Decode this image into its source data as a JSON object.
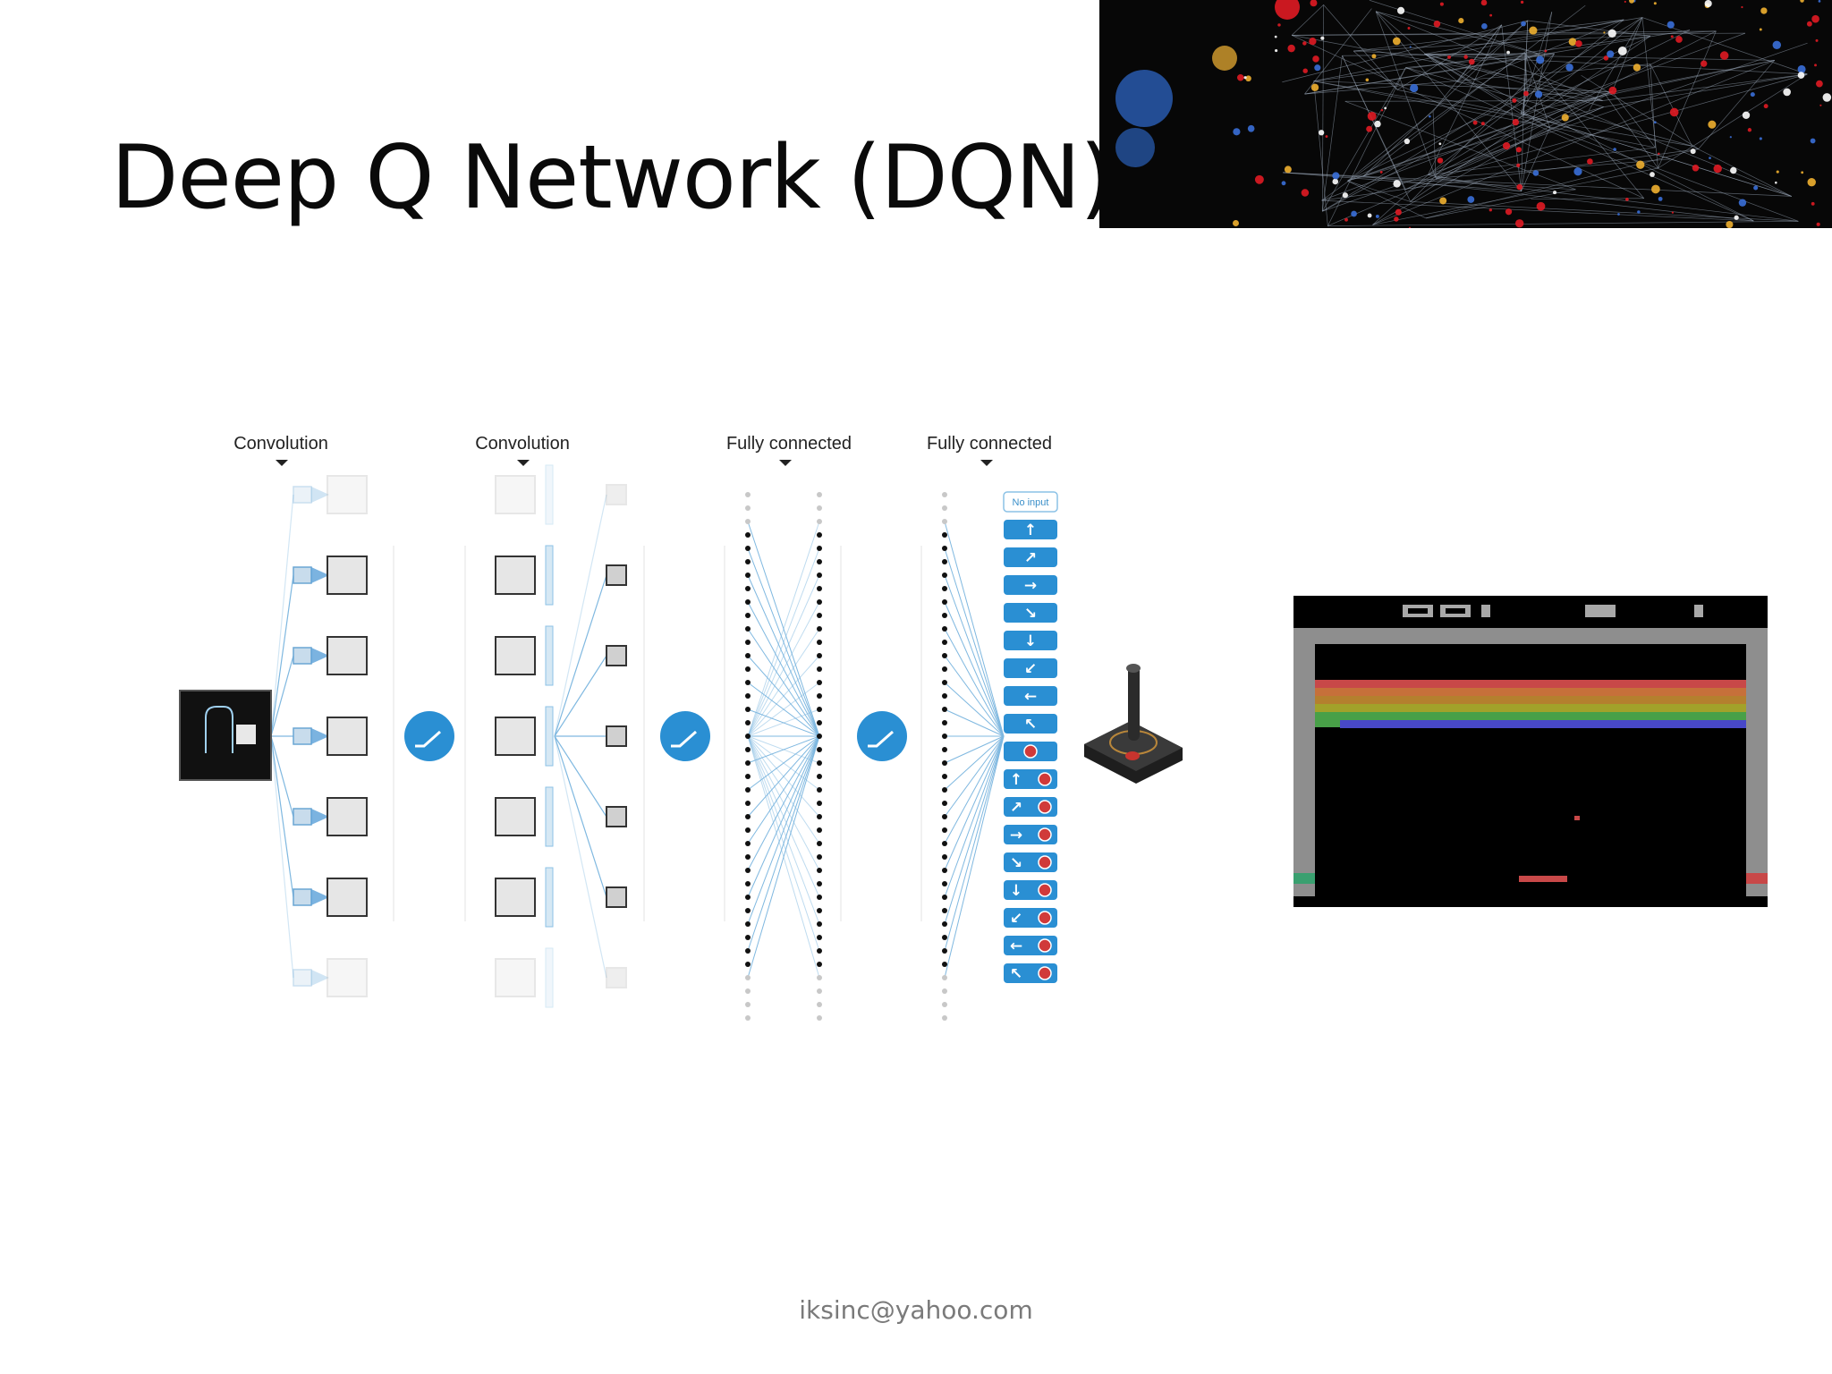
{
  "slide": {
    "title": "Deep Q Network (DQN)",
    "footer": "iksinc@yahoo.com"
  },
  "diagram": {
    "layer_labels": [
      "Convolution",
      "Convolution",
      "Fully connected",
      "Fully connected"
    ],
    "no_input_label": "No input",
    "action_arrows": [
      "↑",
      "↗",
      "→",
      "↘",
      "↓",
      "↙",
      "←",
      "↖",
      "●",
      "↑+●",
      "↗+●",
      "→+●",
      "↘+●",
      "↓+●",
      "↙+●",
      "←+●",
      "↖+●"
    ],
    "accent_color": "#2a8fd3"
  },
  "game": {
    "score": "001",
    "lives": "2",
    "player": "1",
    "brick_colors": [
      "#c84848",
      "#c6703a",
      "#b4802e",
      "#a2a22a",
      "#48a048",
      "#4848c8"
    ]
  }
}
